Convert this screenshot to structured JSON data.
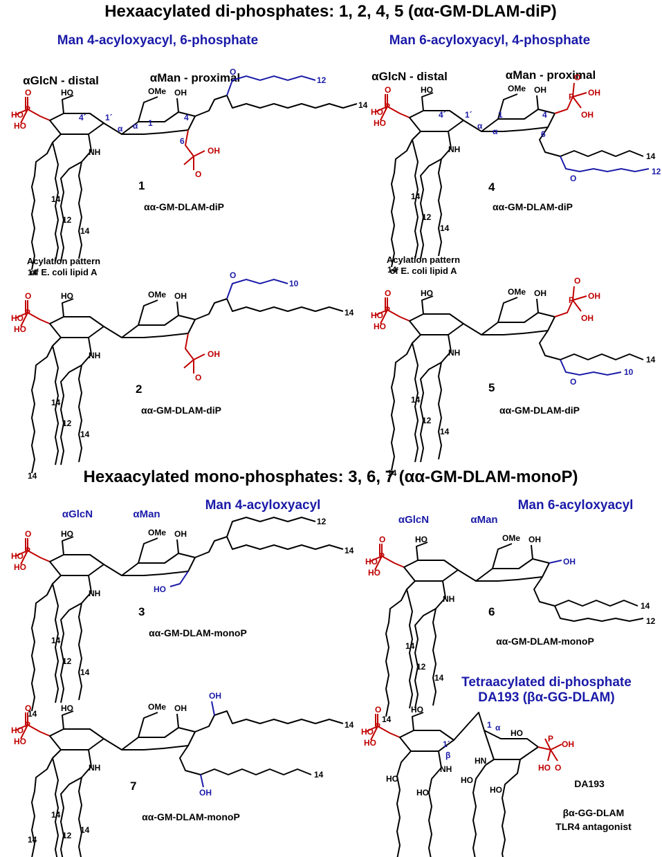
{
  "headers": {
    "di": "Hexaacylated di-phosphates:   1, 2, 4, 5   (αα-GM-DLAM-diP)",
    "mono": "Hexaacylated mono-phosphates:  3, 6, 7 (αα-GM-DLAM-monoP)"
  },
  "subtitles": {
    "man4_6p": "Man 4-acyloxyacyl, 6-phosphate",
    "man6_4p": "Man 6-acyloxyacyl, 4-phosphate",
    "man4": "Man 4-acyloxyacyl",
    "man6": "Man 6-acyloxyacyl",
    "tetra_line1": "Tetraacylated di-phosphate",
    "tetra_line2": "DA193 (βα-GG-DLAM)"
  },
  "ring_labels": {
    "glcn_distal": "αGlcN - distal",
    "man_proximal": "αMan - proximal",
    "glcn": "αGlcN",
    "man": "αMan"
  },
  "acylation_note": {
    "line1": "Acylation pattern",
    "line2": "of E. coli lipid A"
  },
  "atoms": {
    "HO": "HO",
    "OH": "OH",
    "O": "O",
    "P": "P",
    "NH": "NH",
    "OMe": "OMe",
    "alpha": "α",
    "beta": "β",
    "one": "1",
    "one_prime": "1´",
    "four": "4",
    "four_prime": "4´",
    "six": "6"
  },
  "chain_ends": {
    "c14": "14",
    "c12": "12",
    "c10": "10"
  },
  "compounds": [
    {
      "id": "c1",
      "number": "1",
      "name": "αα-GM-DLAM-diP"
    },
    {
      "id": "c2",
      "number": "2",
      "name": "αα-GM-DLAM-diP"
    },
    {
      "id": "c4",
      "number": "4",
      "name": "αα-GM-DLAM-diP"
    },
    {
      "id": "c5",
      "number": "5",
      "name": "αα-GM-DLAM-diP"
    },
    {
      "id": "c3",
      "number": "3",
      "name": "αα-GM-DLAM-monoP"
    },
    {
      "id": "c6",
      "number": "6",
      "name": "αα-GM-DLAM-monoP"
    },
    {
      "id": "c7",
      "number": "7",
      "name": "αα-GM-DLAM-monoP"
    }
  ],
  "da193": {
    "label": "DA193",
    "name": "βα-GG-DLAM",
    "role": "TLR4 antagonist"
  },
  "colors": {
    "phosphate": "#c00000",
    "highlight": "#1a1aa8",
    "bond": "#000000"
  }
}
